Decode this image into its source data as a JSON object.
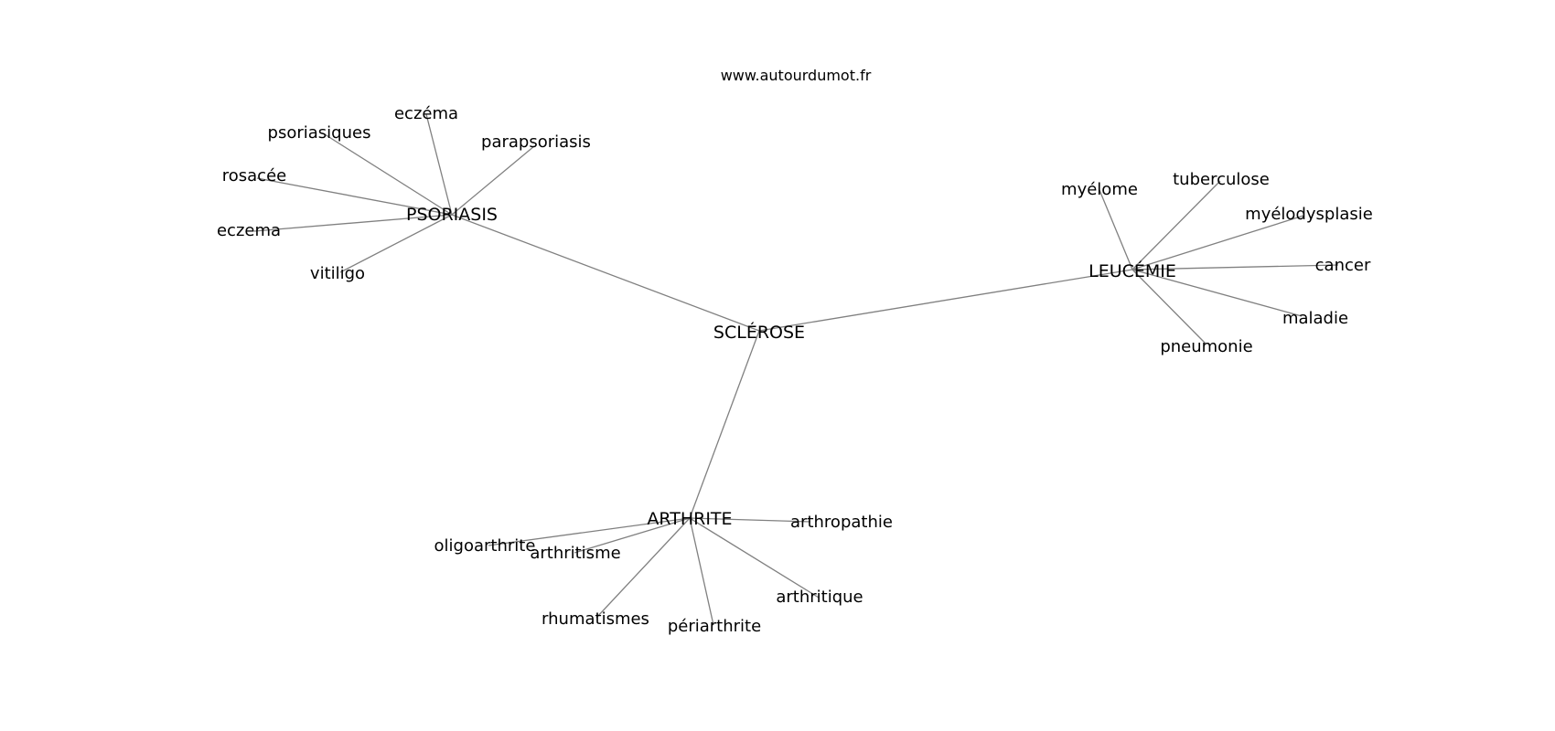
{
  "header": {
    "site": "www.autourdumot.fr"
  },
  "graph": {
    "center": "SCLÉROSE",
    "clusters": [
      {
        "hub": "PSORIASIS",
        "leaves": [
          "eczéma",
          "psoriasiques",
          "parapsoriasis",
          "rosacée",
          "eczema",
          "vitiligo"
        ]
      },
      {
        "hub": "LEUCÉMIE",
        "leaves": [
          "myélome",
          "tuberculose",
          "myélodysplasie",
          "cancer",
          "maladie",
          "pneumonie"
        ]
      },
      {
        "hub": "ARTHRITE",
        "leaves": [
          "arthropathie",
          "oligoarthrite",
          "arthritisme",
          "arthritique",
          "rhumatismes",
          "périarthrite"
        ]
      }
    ],
    "colors": {
      "edge": "#808080",
      "text": "#000000",
      "background": "#ffffff"
    }
  }
}
